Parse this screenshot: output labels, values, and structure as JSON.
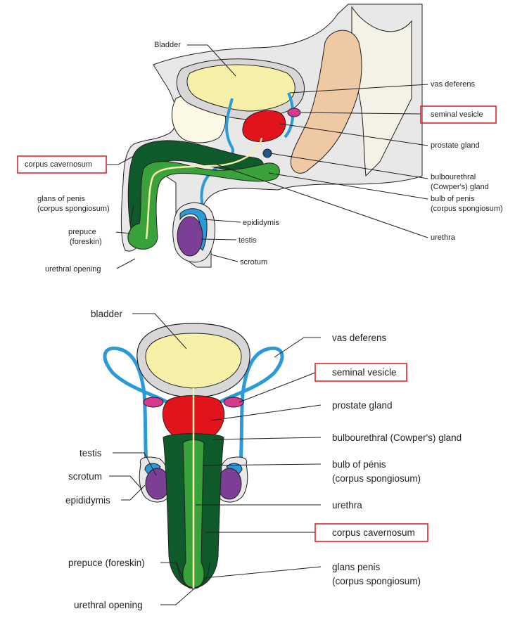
{
  "side_view": {
    "labels": {
      "bladder": "Bladder",
      "vas_deferens": "vas deferens",
      "seminal_vesicle": "seminal vesicle",
      "prostate_gland": "prostate gland",
      "corpus_cavernosum": "corpus cavernosum",
      "bulbourethral_line1": "bulbourethral",
      "bulbourethral_line2": "(Cowper's) gland",
      "bulb_line1": "bulb of penis",
      "bulb_line2": "(corpus spongiosum)",
      "glans_line1": "glans of penis",
      "glans_line2": "(corpus spongiosum)",
      "epididymis": "epididymis",
      "testis": "testis",
      "prepuce_line1": "prepuce",
      "prepuce_line2": "(foreskin)",
      "scrotum": "scrotum",
      "urethra": "urethra",
      "urethral_opening": "urethral opening"
    }
  },
  "front_view": {
    "labels": {
      "bladder": "bladder",
      "vas_deferens": "vas deferens",
      "seminal_vesicle": "seminal vesicle",
      "prostate_gland": "prostate gland",
      "bulbourethral": "bulbourethral (Cowper's) gland",
      "testis": "testis",
      "bulb_line1": "bulb of pénis",
      "bulb_line2": "(corpus spongiosum)",
      "scrotum": "scrotum",
      "epididymis": "epididymis",
      "urethra": "urethra",
      "corpus_cavernosum": "corpus cavernosum",
      "prepuce": "prepuce (foreskin)",
      "glans_line1": "glans penis",
      "glans_line2": "(corpus spongiosum)",
      "urethral_opening": "urethral opening"
    }
  },
  "colors": {
    "bladder": "#f7f0a8",
    "prostate": "#e3131b",
    "seminal_vesicle": "#d63a8e",
    "vas_deferens": "#2b9ad8",
    "testis": "#7b3f95",
    "corpus_cavernosum": "#0f5a2a",
    "corpus_spongiosum": "#3aa23a",
    "cowpers_gland": "#21568f",
    "tissue": "#e8e8e8",
    "rectum": "#efc9a3",
    "highlight_box": "#e0242b"
  }
}
